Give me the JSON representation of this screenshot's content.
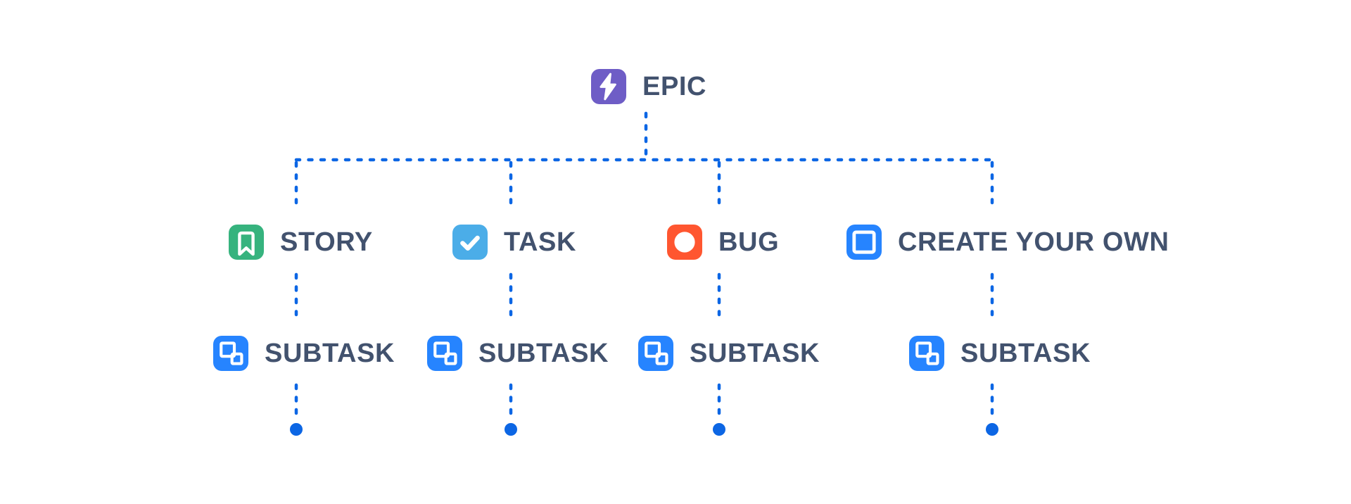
{
  "page": {
    "background_color": "#ffffff",
    "description": "Issue type hierarchy diagram"
  },
  "diagram": {
    "type": "hierarchy-tree",
    "connector_style": "dashed",
    "connector_color": "#0C66E4",
    "label_color": "#42526E",
    "glyph_color": "#ffffff",
    "root": {
      "label": "EPIC",
      "icon": "epic-lightning-icon",
      "icon_color": "#6E5DC6"
    },
    "branches": [
      {
        "label": "STORY",
        "icon": "story-bookmark-icon",
        "icon_color": "#36B37E",
        "child": {
          "label": "SUBTASK",
          "icon": "subtask-icon",
          "icon_color": "#2684FF"
        }
      },
      {
        "label": "TASK",
        "icon": "task-checkmark-icon",
        "icon_color": "#4BADE8",
        "child": {
          "label": "SUBTASK",
          "icon": "subtask-icon",
          "icon_color": "#2684FF"
        }
      },
      {
        "label": "BUG",
        "icon": "bug-circle-icon",
        "icon_color": "#FF5630",
        "child": {
          "label": "SUBTASK",
          "icon": "subtask-icon",
          "icon_color": "#2684FF"
        }
      },
      {
        "label": "CREATE YOUR OWN",
        "icon": "custom-issue-type-icon",
        "icon_color": "#2684FF",
        "child": {
          "label": "SUBTASK",
          "icon": "subtask-icon",
          "icon_color": "#2684FF"
        }
      }
    ]
  }
}
